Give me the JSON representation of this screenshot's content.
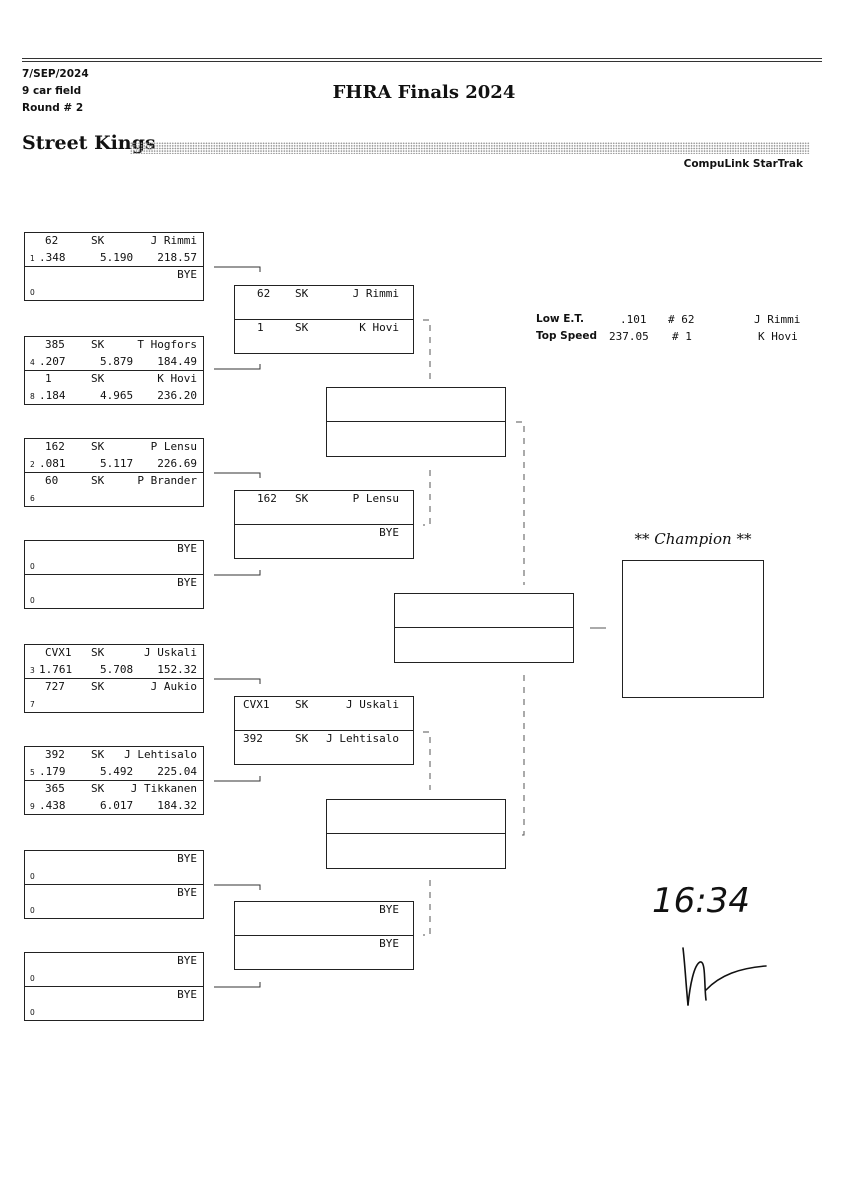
{
  "header": {
    "date": "7/SEP/2024",
    "field": "9 car field",
    "round": "Round # 2",
    "title": "FHRA Finals 2024",
    "class_name": "Street Kings",
    "system": "CompuLink StarTrak"
  },
  "round1": [
    {
      "top": {
        "num": "62",
        "cls": "SK",
        "name": "J Rimmi",
        "lane": "1",
        "rt": ".348",
        "et": "5.190",
        "mph": "218.57"
      },
      "bot": {
        "num": "",
        "cls": "",
        "name": "BYE",
        "lane": "0",
        "rt": "",
        "et": "",
        "mph": ""
      }
    },
    {
      "top": {
        "num": "385",
        "cls": "SK",
        "name": "T Hogfors",
        "lane": "4",
        "rt": ".207",
        "et": "5.879",
        "mph": "184.49"
      },
      "bot": {
        "num": "1",
        "cls": "SK",
        "name": "K Hovi",
        "lane": "8",
        "rt": ".184",
        "et": "4.965",
        "mph": "236.20"
      }
    },
    {
      "top": {
        "num": "162",
        "cls": "SK",
        "name": "P Lensu",
        "lane": "2",
        "rt": ".081",
        "et": "5.117",
        "mph": "226.69"
      },
      "bot": {
        "num": "60",
        "cls": "SK",
        "name": "P Brander",
        "lane": "6",
        "rt": "",
        "et": "",
        "mph": ""
      }
    },
    {
      "top": {
        "num": "",
        "cls": "",
        "name": "BYE",
        "lane": "0",
        "rt": "",
        "et": "",
        "mph": ""
      },
      "bot": {
        "num": "",
        "cls": "",
        "name": "BYE",
        "lane": "0",
        "rt": "",
        "et": "",
        "mph": ""
      }
    },
    {
      "top": {
        "num": "CVX1",
        "cls": "SK",
        "name": "J Uskali",
        "lane": "3",
        "rt": "1.761",
        "et": "5.708",
        "mph": "152.32"
      },
      "bot": {
        "num": "727",
        "cls": "SK",
        "name": "J Aukio",
        "lane": "7",
        "rt": "",
        "et": "",
        "mph": ""
      }
    },
    {
      "top": {
        "num": "392",
        "cls": "SK",
        "name": "J Lehtisalo",
        "lane": "5",
        "rt": ".179",
        "et": "5.492",
        "mph": "225.04"
      },
      "bot": {
        "num": "365",
        "cls": "SK",
        "name": "J Tikkanen",
        "lane": "9",
        "rt": ".438",
        "et": "6.017",
        "mph": "184.32"
      }
    },
    {
      "top": {
        "num": "",
        "cls": "",
        "name": "BYE",
        "lane": "0",
        "rt": "",
        "et": "",
        "mph": ""
      },
      "bot": {
        "num": "",
        "cls": "",
        "name": "BYE",
        "lane": "0",
        "rt": "",
        "et": "",
        "mph": ""
      }
    },
    {
      "top": {
        "num": "",
        "cls": "",
        "name": "BYE",
        "lane": "0",
        "rt": "",
        "et": "",
        "mph": ""
      },
      "bot": {
        "num": "",
        "cls": "",
        "name": "BYE",
        "lane": "0",
        "rt": "",
        "et": "",
        "mph": ""
      }
    }
  ],
  "round2": [
    {
      "top": {
        "num": "62",
        "cls": "SK",
        "name": "J Rimmi"
      },
      "bot": {
        "num": "1",
        "cls": "SK",
        "name": "K Hovi"
      }
    },
    {
      "top": {
        "num": "162",
        "cls": "SK",
        "name": "P Lensu"
      },
      "bot": {
        "num": "",
        "cls": "",
        "name": "BYE"
      }
    },
    {
      "top": {
        "num": "CVX1",
        "cls": "SK",
        "name": "J Uskali"
      },
      "bot": {
        "num": "392",
        "cls": "SK",
        "name": "J Lehtisalo"
      }
    },
    {
      "top": {
        "num": "",
        "cls": "",
        "name": "BYE"
      },
      "bot": {
        "num": "",
        "cls": "",
        "name": "BYE"
      }
    }
  ],
  "stats": {
    "low_et": {
      "label": "Low  E.T.",
      "value": ".101",
      "car": "# 62",
      "name": "J Rimmi"
    },
    "top_speed": {
      "label": "Top Speed",
      "value": "237.05",
      "car": "# 1",
      "name": "K Hovi"
    }
  },
  "champion": {
    "title": "** Champion **"
  },
  "handwritten": {
    "time": "16:34"
  }
}
